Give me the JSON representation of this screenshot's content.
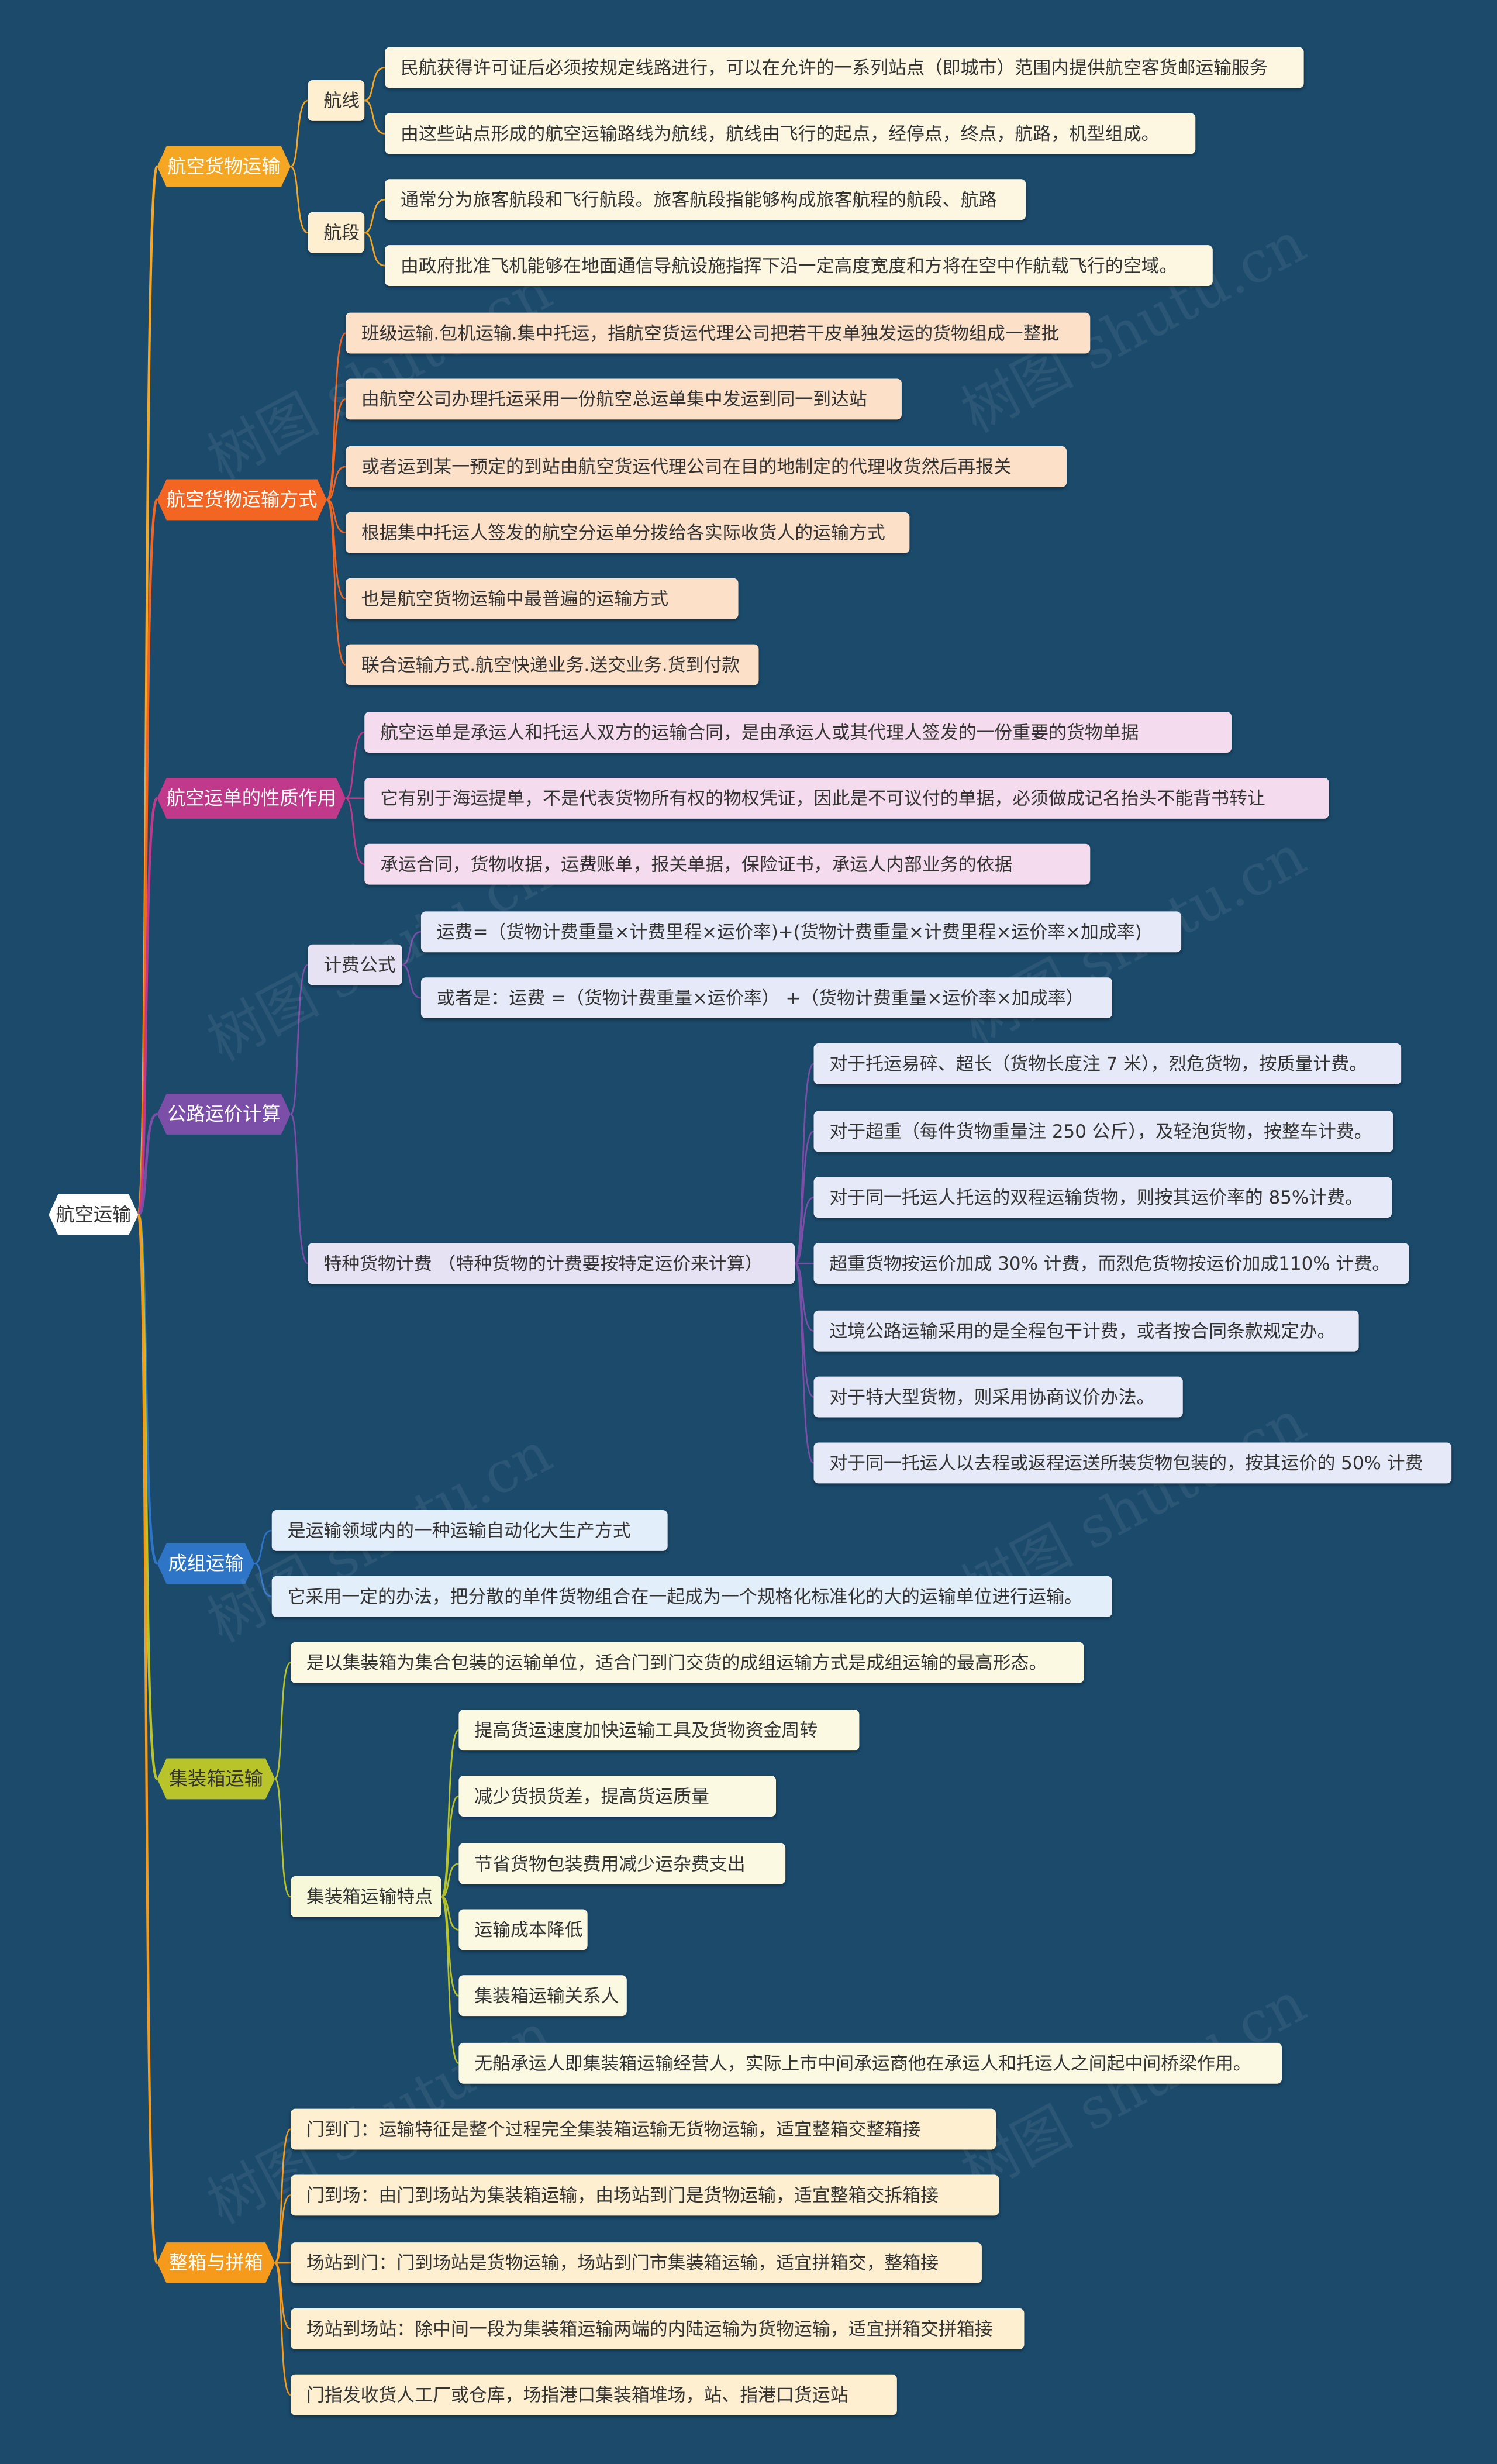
{
  "root": "航空运输",
  "watermark": "树图 shutu.cn",
  "branches": [
    {
      "label": "航空货物运输",
      "color": "#f5a623",
      "children": [
        {
          "label": "航线",
          "children": [
            "民航获得许可证后必须按规定线路进行，可以在允许的一系列站点（即城市）范围内提供航空客货邮运输服务",
            "由这些站点形成的航空运输路线为航线，航线由飞行的起点，经停点，终点，航路，机型组成。"
          ]
        },
        {
          "label": "航段",
          "children": [
            "通常分为旅客航段和飞行航段。旅客航段指能够构成旅客航程的航段、航路",
            "由政府批准飞机能够在地面通信导航设施指挥下沿一定高度宽度和方将在空中作航载飞行的空域。"
          ]
        }
      ]
    },
    {
      "label": "航空货物运输方式",
      "color": "#f26522",
      "children": [
        "班级运输.包机运输.集中托运，指航空货运代理公司把若干皮单独发运的货物组成一整批",
        "由航空公司办理托运采用一份航空总运单集中发运到同一到达站",
        "或者运到某一预定的到站由航空货运代理公司在目的地制定的代理收货然后再报关",
        "根据集中托运人签发的航空分运单分拨给各实际收货人的运输方式",
        "也是航空货物运输中最普遍的运输方式",
        "联合运输方式.航空快递业务.送交业务.货到付款"
      ]
    },
    {
      "label": "航空运单的性质作用",
      "color": "#c0398b",
      "children": [
        "航空运单是承运人和托运人双方的运输合同，是由承运人或其代理人签发的一份重要的货物单据",
        "它有别于海运提单，不是代表货物所有权的物权凭证，因此是不可议付的单据，必须做成记名抬头不能背书转让",
        "承运合同，货物收据，运费账单，报关单据，保险证书，承运人内部业务的依据"
      ]
    },
    {
      "label": "公路运价计算",
      "color": "#7b4fa8",
      "children": [
        {
          "label": "计费公式",
          "children": [
            "运费=（货物计费重量×计费里程×运价率)+(货物计费重量×计费里程×运价率×加成率)",
            "或者是：运费 =（货物计费重量×运价率） +（货物计费重量×运价率×加成率）"
          ]
        },
        {
          "label": "特种货物计费 （特种货物的计费要按特定运价来计算）",
          "children": [
            "对于托运易碎、超长（货物长度注 7 米），烈危货物，按质量计费。",
            "对于超重（每件货物重量注 250 公斤），及轻泡货物，按整车计费。",
            "对于同一托运人托运的双程运输货物，则按其运价率的 85%计费。",
            "超重货物按运价加成 30% 计费，而烈危货物按运价加成110% 计费。",
            "过境公路运输采用的是全程包干计费，或者按合同条款规定办。",
            "对于特大型货物，则采用协商议价办法。",
            "对于同一托运人以去程或返程运送所装货物包装的，按其运价的 50% 计费"
          ]
        }
      ]
    },
    {
      "label": "成组运输",
      "color": "#2e75c7",
      "children": [
        "是运输领域内的一种运输自动化大生产方式",
        "它采用一定的办法，把分散的单件货物组合在一起成为一个规格化标准化的大的运输单位进行运输。"
      ]
    },
    {
      "label": "集装箱运输",
      "color": "#b8c42a",
      "children": [
        "是以集装箱为集合包装的运输单位，适合门到门交货的成组运输方式是成组运输的最高形态。",
        {
          "label": "集装箱运输特点",
          "children": [
            "提高货运速度加快运输工具及货物资金周转",
            "减少货损货差，提高货运质量",
            "节省货物包装费用减少运杂费支出",
            "运输成本降低",
            "集装箱运输关系人",
            "无船承运人即集装箱运输经营人，实际上市中间承运商他在承运人和托运人之间起中间桥梁作用。"
          ]
        }
      ]
    },
    {
      "label": "整箱与拼箱",
      "color": "#f59a1b",
      "children": [
        "门到门：运输特征是整个过程完全集装箱运输无货物运输，适宜整箱交整箱接",
        "门到场：由门到场站为集装箱运输，由场站到门是货物运输，适宜整箱交拆箱接",
        "场站到门：门到场站是货物运输，场站到门市集装箱运输，适宜拼箱交，整箱接",
        "场站到场站：除中间一段为集装箱运输两端的内陆运输为货物运输，适宜拼箱交拼箱接",
        "门指发收货人工厂或仓库，场指港口集装箱堆场，站、指港口货运站"
      ]
    }
  ]
}
